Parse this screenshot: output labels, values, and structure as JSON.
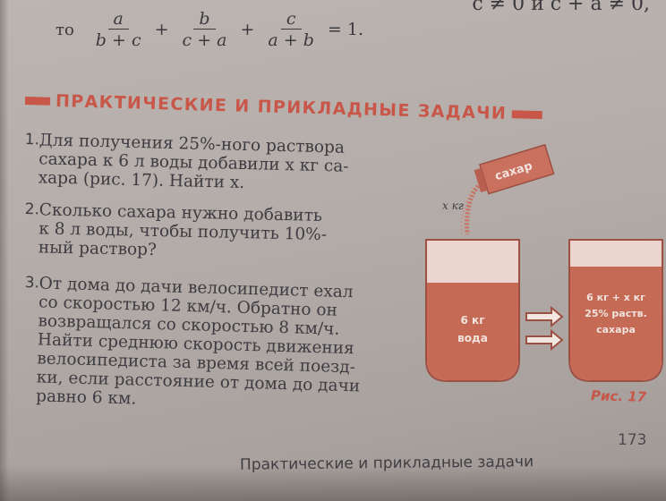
{
  "top_line": {
    "cut_text": "c ≠ 0 и  c + a ≠ 0,"
  },
  "formula": {
    "prefix": "то",
    "terms": [
      {
        "num": "a",
        "den": "b + c"
      },
      {
        "num": "b",
        "den": "c + a"
      },
      {
        "num": "c",
        "den": "a + b"
      }
    ],
    "plus": "+",
    "equals": "= 1."
  },
  "section": {
    "title": "ПРАКТИЧЕСКИЕ И ПРИКЛАДНЫЕ ЗАДАЧИ",
    "accent_color": "#c8574a"
  },
  "problems": [
    {
      "number": "1.",
      "lines": [
        "Для  получения  25%-ного  раствора",
        "сахара к 6 л воды добавили x кг са-",
        "хара (рис. 17). Найти x."
      ]
    },
    {
      "number": "2.",
      "lines": [
        "Сколько   сахара   нужно   добавить",
        "к 8 л воды, чтобы получить 10%-",
        "ный раствор?"
      ]
    },
    {
      "number": "3.",
      "lines": [
        "От дома до дачи велосипедист ехал",
        "со скоростью  12 км/ч.  Обратно он",
        "возвращался  со  скоростью  8 км/ч.",
        "Найти среднюю скорость движения",
        "велосипедиста за время всей поезд-",
        "ки, если расстояние от дома до дачи",
        "равно 6 км."
      ]
    }
  ],
  "figure": {
    "packet_label": "сахар",
    "pour_label": "x кг",
    "left_jar": {
      "line1": "6 кг",
      "line2": "вода"
    },
    "right_jar": {
      "line1": "6 кг + x кг",
      "line2": "25% раств.",
      "line3": "сахара"
    },
    "caption": "Рис. 17",
    "liquid_color": "#c56a55",
    "jar_stroke": "#9c4f43"
  },
  "page_number": "173",
  "footer_title": "Практические и прикладные задачи"
}
